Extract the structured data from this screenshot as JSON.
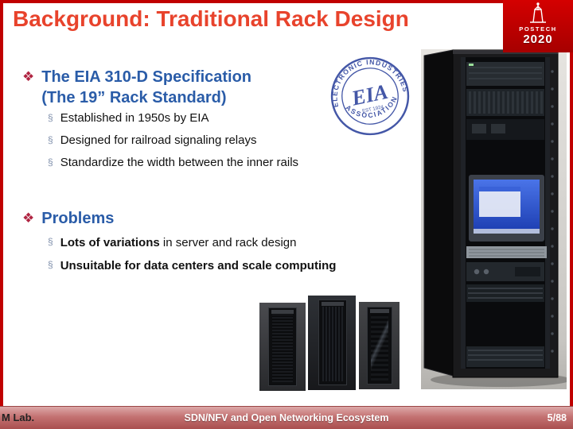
{
  "header": {
    "title": "Background: Traditional Rack Design",
    "logo": {
      "brand": "POSTECH",
      "year": "2020"
    }
  },
  "icons": {
    "diamond_bullet": "❖",
    "section_marker": "§"
  },
  "eia_seal": {
    "arc_top": "ELECTRONIC INDUSTRIES",
    "arc_bottom": "ASSOCIATION",
    "center": "EIA",
    "established": "EST 1924"
  },
  "body": {
    "section1": {
      "heading_line1": "The EIA 310-D Specification",
      "heading_line2": "(The 19” Rack Standard)",
      "items": [
        "Established in 1950s by EIA",
        "Designed for railroad signaling relays",
        "Standardize the width between the inner rails"
      ]
    },
    "section2": {
      "heading": "Problems",
      "items": [
        {
          "bold": "Lots of variations",
          "rest": " in server and rack design"
        },
        {
          "bold": "Unsuitable for data centers and scale computing",
          "rest": ""
        }
      ]
    }
  },
  "footer": {
    "left": "M Lab.",
    "center": "SDN/NFV and Open Networking Ecosystem",
    "right": "5/88"
  },
  "colors": {
    "slide_border": "#C00000",
    "title": "#E8432C",
    "heading_blue": "#2A5CA8",
    "diamond_bullet": "#B02542",
    "footer_red": "#C47272",
    "seal_blue": "#3A4FA3",
    "monitor_screen_blue": "#2A52D8"
  }
}
